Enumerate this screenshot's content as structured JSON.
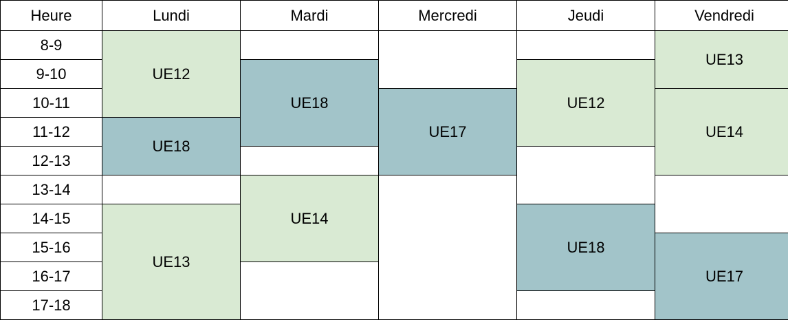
{
  "colors": {
    "green": "#d9ead3",
    "teal": "#a2c4c9",
    "border": "#000000"
  },
  "header": {
    "time": "Heure",
    "days": [
      "Lundi",
      "Mardi",
      "Mercredi",
      "Jeudi",
      "Vendredi"
    ]
  },
  "hours": [
    "8-9",
    "9-10",
    "10-11",
    "11-12",
    "12-13",
    "13-14",
    "14-15",
    "15-16",
    "16-17",
    "17-18"
  ],
  "slots": {
    "lundi": [
      {
        "label": "UE12",
        "start": "8",
        "end": "11",
        "color": "green"
      },
      {
        "label": "UE18",
        "start": "11",
        "end": "13",
        "color": "teal"
      },
      {
        "label": "UE13",
        "start": "14",
        "end": "18",
        "color": "green"
      }
    ],
    "mardi": [
      {
        "label": "UE18",
        "start": "9",
        "end": "12",
        "color": "teal"
      },
      {
        "label": "UE14",
        "start": "13",
        "end": "16",
        "color": "green"
      }
    ],
    "mercredi": [
      {
        "label": "UE17",
        "start": "10",
        "end": "13",
        "color": "teal"
      }
    ],
    "jeudi": [
      {
        "label": "UE12",
        "start": "9",
        "end": "12",
        "color": "green"
      },
      {
        "label": "UE18",
        "start": "14",
        "end": "17",
        "color": "teal"
      }
    ],
    "vendredi": [
      {
        "label": "UE13",
        "start": "8",
        "end": "10",
        "color": "green"
      },
      {
        "label": "UE14",
        "start": "10",
        "end": "13",
        "color": "green"
      },
      {
        "label": "UE17",
        "start": "15",
        "end": "18",
        "color": "teal"
      }
    ]
  }
}
